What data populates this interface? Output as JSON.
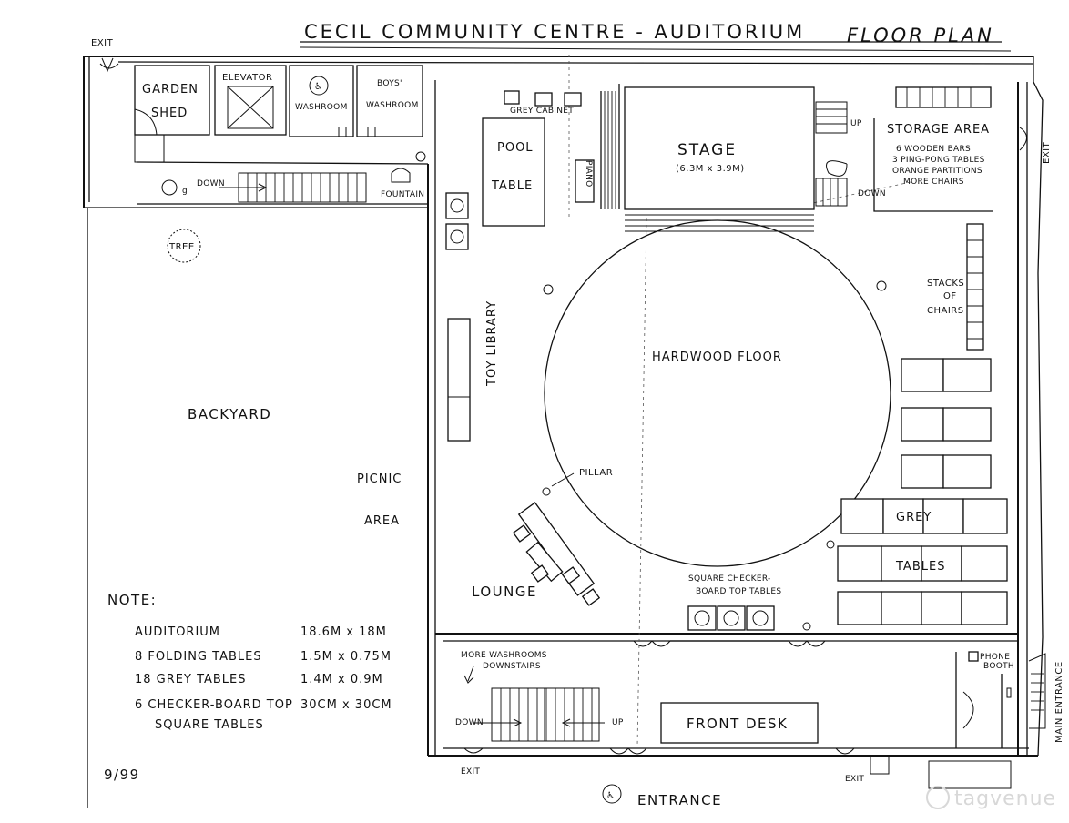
{
  "title": {
    "main": "CECIL COMMUNITY CENTRE - AUDITORIUM",
    "sub": "FLOOR PLAN"
  },
  "rooms": {
    "garden_shed_1": "GARDEN",
    "garden_shed_2": "SHED",
    "elevator": "ELEVATOR",
    "washroom": "WASHROOM",
    "boys_washroom_1": "BOYS'",
    "boys_washroom_2": "WASHROOM",
    "pool_table_1": "POOL",
    "pool_table_2": "TABLE",
    "grey_cabinet": "GREY CABINET",
    "piano": "PIANO",
    "stage": "STAGE",
    "stage_size": "(6.3M x 3.9M)",
    "storage_area": "STORAGE AREA",
    "storage_items": [
      "6 WOODEN BARS",
      "3 PING-PONG TABLES",
      "ORANGE PARTITIONS",
      "MORE CHAIRS"
    ],
    "stacks_of_chairs": [
      "STACKS",
      "OF",
      "CHAIRS"
    ],
    "hardwood_floor": "HARDWOOD FLOOR",
    "toy_library": "TOY LIBRARY",
    "backyard": "BACKYARD",
    "tree": "TREE",
    "picnic": "PICNIC",
    "area": "AREA",
    "pillar": "PILLAR",
    "lounge": "LOUNGE",
    "grey_tables_1": "GREY",
    "grey_tables_2": "TABLES",
    "checker_1": "SQUARE CHECKER-",
    "checker_2": "BOARD TOP TABLES",
    "more_washrooms_1": "MORE WASHROOMS",
    "more_washrooms_2": "DOWNSTAIRS",
    "front_desk": "FRONT DESK",
    "phone_booth_1": "PHONE",
    "phone_booth_2": "BOOTH",
    "fountain": "FOUNTAIN"
  },
  "markers": {
    "exit": "EXIT",
    "down": "DOWN",
    "up": "UP",
    "entrance": "ENTRANCE",
    "main_entrance": "MAIN ENTRANCE"
  },
  "notes": {
    "heading": "NOTE:",
    "rows": [
      {
        "item": "AUDITORIUM",
        "size": "18.6M x 18M"
      },
      {
        "item": "8 FOLDING TABLES",
        "size": "1.5M x 0.75M"
      },
      {
        "item": "18 GREY TABLES",
        "size": "1.4M x 0.9M"
      },
      {
        "item": "6 CHECKER-BOARD TOP",
        "size": "30CM x 30CM"
      },
      {
        "item": "SQUARE TABLES",
        "size": ""
      }
    ],
    "date": "9/99"
  },
  "watermark": "tagvenue",
  "colors": {
    "ink": "#111111",
    "paper": "#ffffff",
    "watermark": "#d8d8d8"
  }
}
